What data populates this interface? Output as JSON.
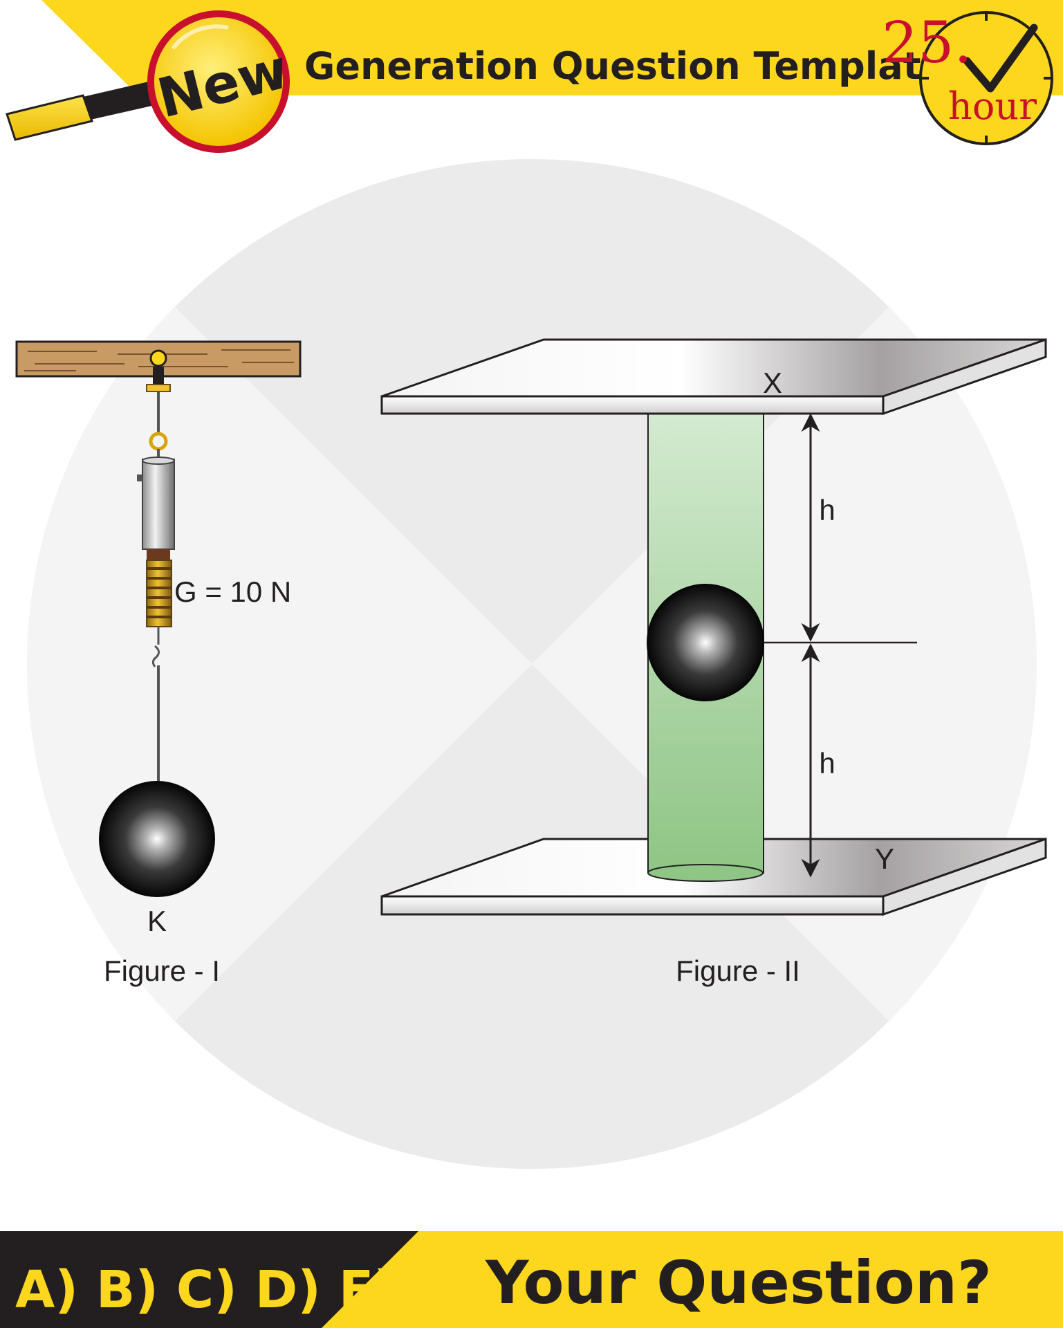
{
  "header": {
    "badge": "New",
    "title": "Generation Question Template",
    "clock_number": "25.",
    "clock_unit": "hour"
  },
  "figure1": {
    "force_label": "G = 10 N",
    "ball_label": "K",
    "caption": "Figure - I"
  },
  "figure2": {
    "top_plate_label": "X",
    "bottom_plate_label": "Y",
    "upper_height_label": "h",
    "lower_height_label": "h",
    "caption": "Figure - II"
  },
  "footer": {
    "options": "A) B) C) D) E)",
    "question": "Your Question?"
  },
  "colors": {
    "yellow": "#fcd71d",
    "dark": "#231f20",
    "red_accent": "#c8102e",
    "wood": "#c89a64",
    "liquid_top": "#d3ead0",
    "liquid_bottom": "#8fc585"
  }
}
